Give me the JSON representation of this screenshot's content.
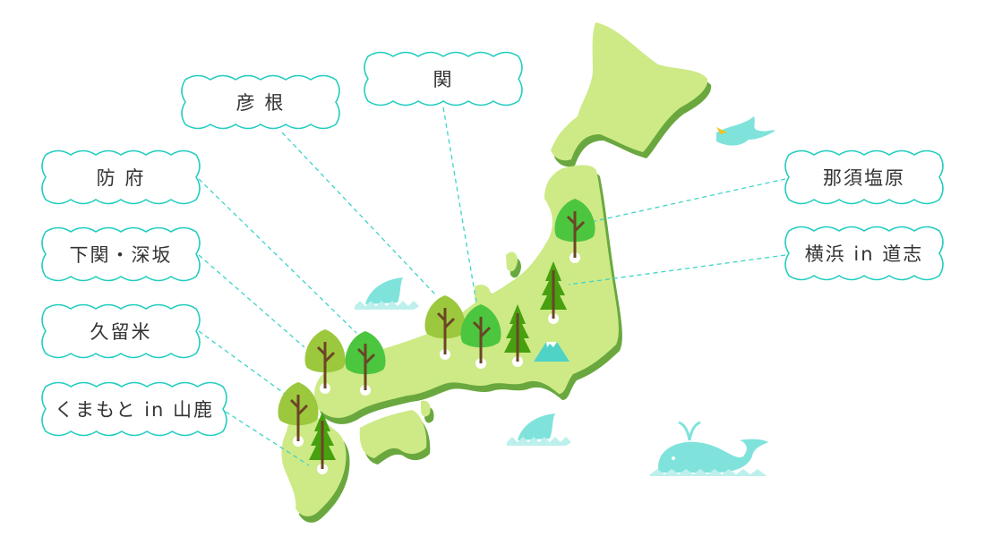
{
  "colors": {
    "land": "#cdea86",
    "land_shadow": "#6aa83f",
    "cloud_border": "#22cdbf",
    "leader_line": "#3ed4c8",
    "sea_creature": "#7fe3dc",
    "tree_light": "#9cc83d",
    "tree_bright": "#4cc53f",
    "tree_conifer": "#47a00f",
    "trunk": "#6b4526"
  },
  "labels": [
    {
      "id": "hikone",
      "text": "彦 根"
    },
    {
      "id": "seki",
      "text": "関"
    },
    {
      "id": "hofu",
      "text": "防 府"
    },
    {
      "id": "shimonoseki",
      "text": "下関・深坂"
    },
    {
      "id": "kurume",
      "text": "久留米"
    },
    {
      "id": "kumamoto",
      "text": "くまもと in 山鹿"
    },
    {
      "id": "nasushiobara",
      "text": "那須塩原"
    },
    {
      "id": "yokohama",
      "text": "横浜 in 道志"
    }
  ]
}
